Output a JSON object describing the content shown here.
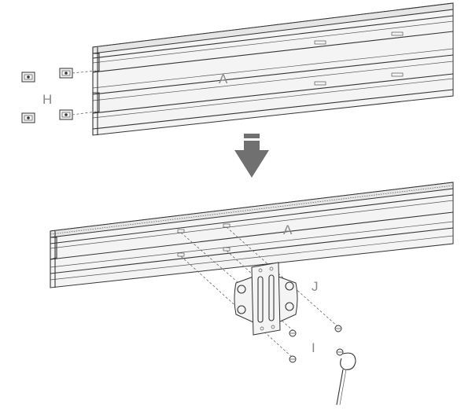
{
  "labels": {
    "rail_top": "A",
    "rail_bottom": "A",
    "nuts": "H",
    "bracket": "J",
    "tool": "I"
  },
  "icons": {
    "arrow": "down-arrow-icon",
    "wrench": "hex-key-icon"
  },
  "colors": {
    "arrow": "#707070",
    "line": "#333333",
    "label": "#8a8a8a"
  }
}
